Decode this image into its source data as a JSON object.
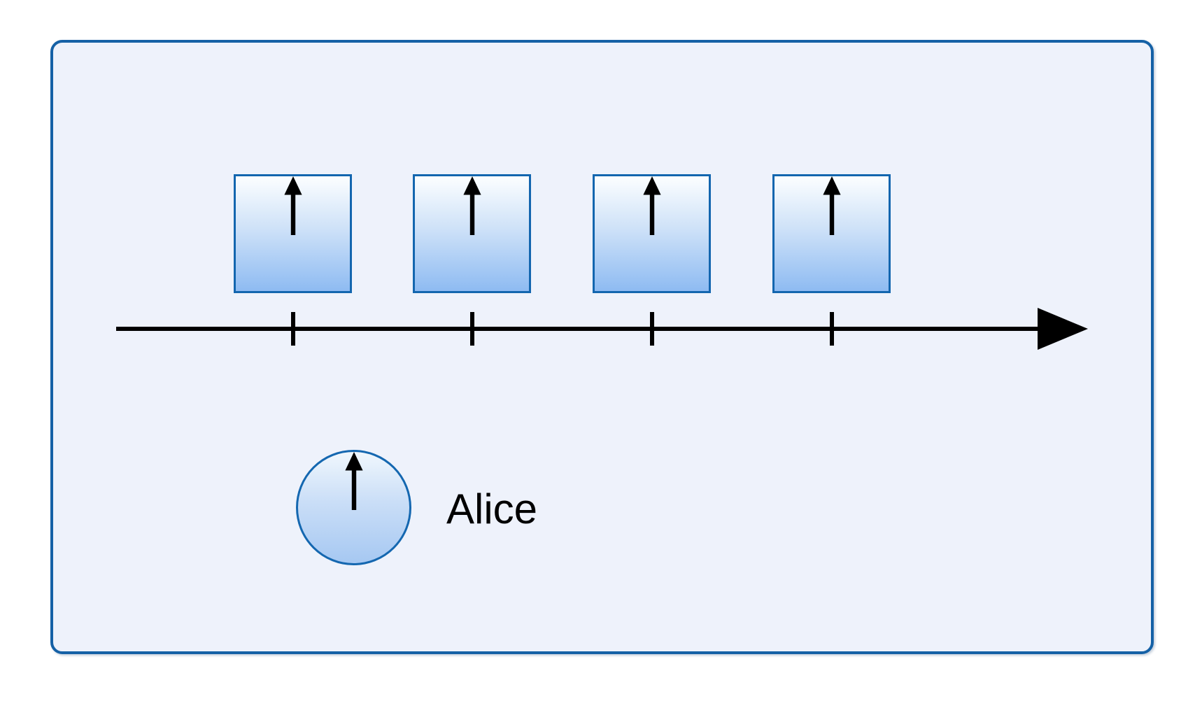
{
  "figure": {
    "title_hint": "spin chain timeline diagram",
    "alice_label": "Alice",
    "spin_boxes": [
      {
        "id": 1,
        "spin": "up"
      },
      {
        "id": 2,
        "spin": "up"
      },
      {
        "id": 3,
        "spin": "up"
      },
      {
        "id": 4,
        "spin": "up"
      }
    ],
    "timeline": {
      "direction": "right",
      "ticks": [
        {
          "id": 1
        },
        {
          "id": 2
        },
        {
          "id": 3
        },
        {
          "id": 4
        }
      ]
    },
    "alice_node": {
      "shape": "circle",
      "spin": "up"
    },
    "colors": {
      "panel_background": "#eef2fb",
      "panel_border": "#1561a6",
      "shape_border": "#1366af",
      "shape_fill_top": "#fcfeff",
      "shape_fill_bottom": "#8ebbf2",
      "circle_fill_bottom": "#a6c8f2",
      "arrow_color": "#000000",
      "text_color": "#000000"
    }
  }
}
